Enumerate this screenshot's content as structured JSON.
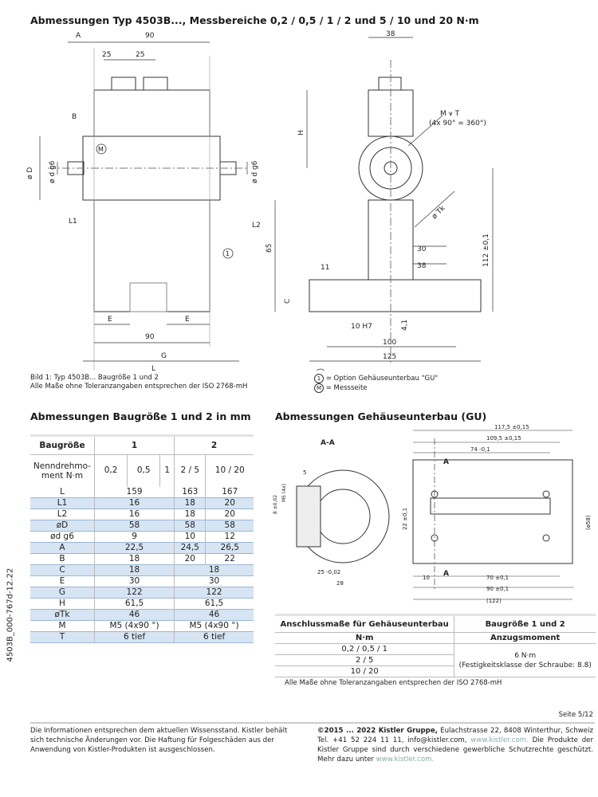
{
  "title": "Abmessungen Typ 4503B..., Messbereiche 0,2 / 0,5 / 1 / 2 und 5 / 10 und 20 N·m",
  "drawing_labels": {
    "A": "A",
    "d90": "90",
    "d25a": "25",
    "d25b": "25",
    "B": "B",
    "M": "M",
    "D": "ø D",
    "dg6": "ø d g6",
    "dg6b": "ø d g6",
    "L1": "L1",
    "L2": "L2",
    "E1": "E",
    "E2": "E",
    "d90b": "90",
    "G": "G",
    "L": "L",
    "H": "H",
    "d65": "65",
    "C": "C",
    "d38": "38",
    "MT": "M ⩛ T",
    "MT2": "(4x 90° = 360°)",
    "Tk": "ø Tk",
    "d30": "30",
    "d38b": "38",
    "d11": "11",
    "d112": "112 ±0,1",
    "H7": "10 H7",
    "d41": "4,1",
    "d100": "100",
    "d125": "125",
    "c1": "1"
  },
  "caption": {
    "line1": "Bild 1:    Typ 4503B... Baugröße 1 und 2",
    "line2": "Alle Maße ohne Toleranzangaben entsprechen der ISO 2768-mH"
  },
  "legend": {
    "item1": "= Option Gehäuseunterbau \"GU\"",
    "item2": "=  Messseite",
    "sym1": "1",
    "sym2": "M"
  },
  "section1_title": "Abmessungen Baugröße 1 und 2 in mm",
  "section2_title": "Abmessungen Gehäuseunterbau (GU)",
  "table1": {
    "header": [
      "Baugröße",
      "1",
      "2"
    ],
    "sub": [
      "Nenndrehmo-ment N·m",
      "0,2",
      "0,5",
      "1",
      "2 / 5",
      "10 / 20"
    ],
    "rows": [
      {
        "k": "L",
        "a": "159",
        "b": "163",
        "c": "167"
      },
      {
        "k": "L1",
        "a": "16",
        "b": "18",
        "c": "20"
      },
      {
        "k": "L2",
        "a": "16",
        "b": "18",
        "c": "20"
      },
      {
        "k": "øD",
        "a": "58",
        "b": "58",
        "c": "58"
      },
      {
        "k": "ød g6",
        "a": "9",
        "b": "10",
        "c": "12"
      },
      {
        "k": "A",
        "a": "22,5",
        "b": "24,5",
        "c": "26,5"
      },
      {
        "k": "B",
        "a": "18",
        "b": "20",
        "c": "22"
      },
      {
        "k": "C",
        "a": "18",
        "bc": "18"
      },
      {
        "k": "E",
        "a": "30",
        "bc": "30"
      },
      {
        "k": "G",
        "a": "122",
        "bc": "122"
      },
      {
        "k": "H",
        "a": "61,5",
        "bc": "61,5"
      },
      {
        "k": "øTk",
        "a": "46",
        "bc": "46"
      },
      {
        "k": "M",
        "a": "M5 (4x90 °)",
        "bc": "M5 (4x90 °)"
      },
      {
        "k": "T",
        "a": "6 tief",
        "bc": "6 tief"
      }
    ]
  },
  "gu_labels": {
    "AA": "A-A",
    "w1": "117,5 ±0,15",
    "w2": "109,5 ±0,15",
    "w3": "74 -0,1",
    "A1": "A",
    "A2": "A",
    "d5": "5",
    "m5": "M5 (4x)",
    "d8": "8 ±0,02",
    "d22": "22 ±0,1",
    "d25": "25 -0,02",
    "d28": "28",
    "d10": "10",
    "d70": "70 ±0,1",
    "d90": "90 ±0,1",
    "d122": "(122)",
    "d58": "(ø58)"
  },
  "table2": {
    "h1": "Anschlussmaße für Gehäuseunterbau",
    "h2": "Baugröße 1 und 2",
    "s1": "N·m",
    "s2": "Anzugsmoment",
    "r1": "0,2 / 0,5 / 1",
    "r2": "2 / 5",
    "r3": "10 / 20",
    "v1": "6 N·m",
    "v2": "(Festigkeitsklasse der Schraube: 8.8)"
  },
  "note2": "Alle Maße ohne Toleranzangaben entsprechen der ISO 2768-mH",
  "page_number": "Seite 5/12",
  "doc_id": "4503B_000-767d-12.22",
  "footer": {
    "left": "Die Informationen entsprechen dem aktuellen Wissensstand. Kistler behält sich technische Änderungen vor. Die Haftung für Folgeschäden aus der Anwendung von Kistler-Produkten ist ausgeschlossen.",
    "copy": "©2015 ... 2022  Kistler Gruppe,",
    "addr": " Eulachstrasse 22, 8408 Winterthur, Schweiz Tel. +41 52 224 11 11, info@kistler.com, ",
    "url1": "www.kistler.com.",
    "mid": " Die Produkte der Kistler Gruppe sind durch verschiedene gewerbliche Schutzrechte geschützt. Mehr dazu unter ",
    "url2": "www.kistler.com."
  }
}
